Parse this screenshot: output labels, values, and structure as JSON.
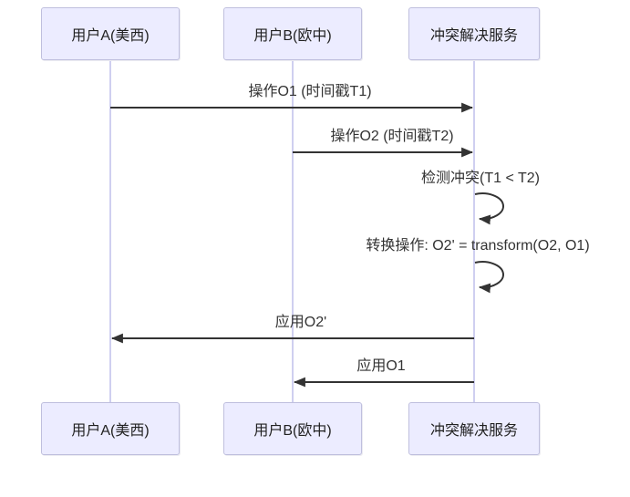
{
  "diagram": {
    "type": "sequence-diagram",
    "actors": [
      {
        "name": "用户A(美西)"
      },
      {
        "name": "用户B(欧中)"
      },
      {
        "name": "冲突解决服务"
      }
    ],
    "messages": [
      {
        "label": "操作O1 (时间戳T1)",
        "from": "用户A(美西)",
        "to": "冲突解决服务",
        "kind": "solid-arrow"
      },
      {
        "label": "操作O2 (时间戳T2)",
        "from": "用户B(欧中)",
        "to": "冲突解决服务",
        "kind": "solid-arrow"
      },
      {
        "label": "检测冲突(T1 < T2)",
        "from": "冲突解决服务",
        "to": "冲突解决服务",
        "kind": "self-loop"
      },
      {
        "label": "转换操作: O2' = transform(O2, O1)",
        "from": "冲突解决服务",
        "to": "冲突解决服务",
        "kind": "self-loop"
      },
      {
        "label": "应用O2'",
        "from": "冲突解决服务",
        "to": "用户A(美西)",
        "kind": "solid-arrow"
      },
      {
        "label": "应用O1",
        "from": "冲突解决服务",
        "to": "用户B(欧中)",
        "kind": "solid-arrow"
      }
    ],
    "colors": {
      "actor_fill": "#ECECFF",
      "actor_border": "#BFBFDE",
      "lifeline": "#CFCFF0",
      "arrow": "#333333",
      "text": "#333333"
    }
  }
}
